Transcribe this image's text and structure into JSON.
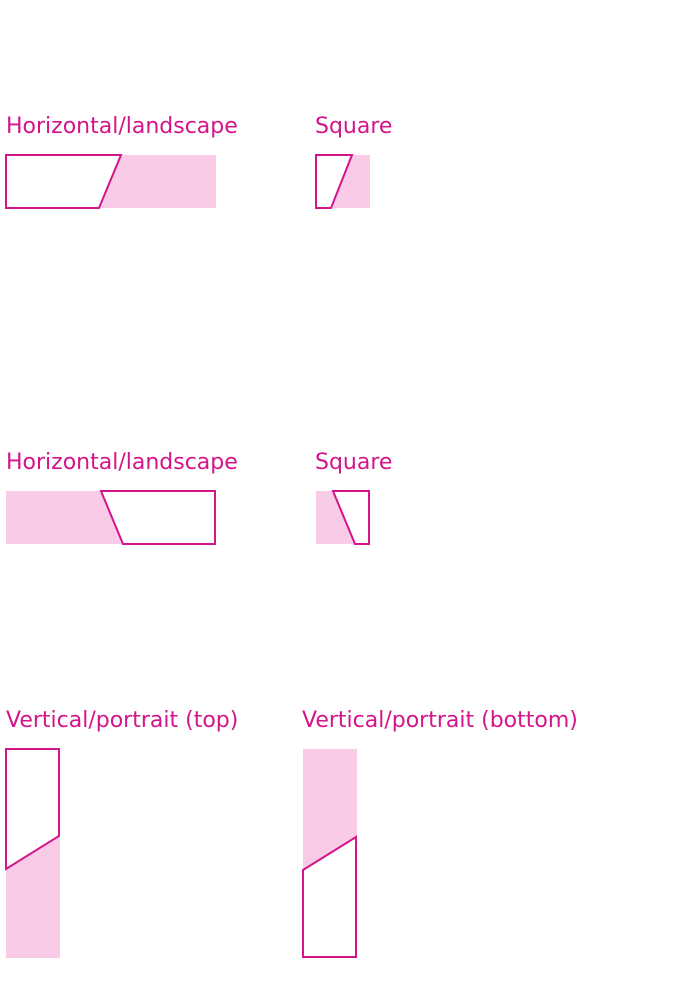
{
  "colors": {
    "accent": "#d4148a",
    "fill": "#f9cbe6",
    "background": "#ffffff"
  },
  "groups": [
    {
      "label": "Horizontal/landscape",
      "orientation": "horizontal",
      "crop_side": "left"
    },
    {
      "label": "Square",
      "orientation": "square",
      "crop_side": "left"
    },
    {
      "label": "Horizontal/landscape",
      "orientation": "horizontal",
      "crop_side": "right"
    },
    {
      "label": "Square",
      "orientation": "square",
      "crop_side": "right"
    },
    {
      "label": "Vertical/portrait (top)",
      "orientation": "vertical",
      "crop_side": "top"
    },
    {
      "label": "Vertical/portrait (bottom)",
      "orientation": "vertical",
      "crop_side": "bottom"
    }
  ]
}
